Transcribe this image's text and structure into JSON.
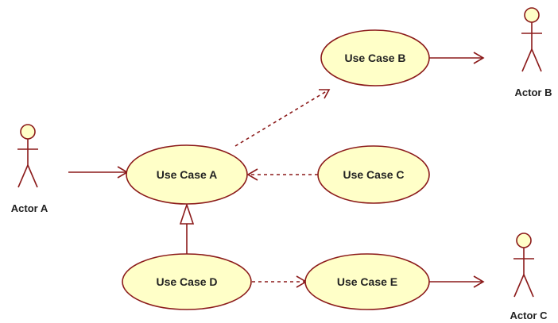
{
  "diagram": {
    "colors": {
      "usecase_fill": "#FFFFC8",
      "usecase_stroke": "#8B1A1A",
      "line": "#8B1A1A",
      "text": "#222222",
      "background": "#FFFFFF"
    },
    "actors": [
      {
        "id": "actor-a",
        "label": "Actor A"
      },
      {
        "id": "actor-b",
        "label": "Actor B"
      },
      {
        "id": "actor-c",
        "label": "Actor C"
      }
    ],
    "use_cases": [
      {
        "id": "use-case-a",
        "label": "Use Case A"
      },
      {
        "id": "use-case-b",
        "label": "Use Case B"
      },
      {
        "id": "use-case-c",
        "label": "Use Case C"
      },
      {
        "id": "use-case-d",
        "label": "Use Case D"
      },
      {
        "id": "use-case-e",
        "label": "Use Case E"
      }
    ],
    "relationships": [
      {
        "from": "Actor A",
        "to": "Use Case A",
        "type": "association"
      },
      {
        "from": "Use Case A",
        "to": "Use Case B",
        "type": "dependency"
      },
      {
        "from": "Use Case B",
        "to": "Actor B",
        "type": "association"
      },
      {
        "from": "Use Case C",
        "to": "Use Case A",
        "type": "dependency"
      },
      {
        "from": "Use Case D",
        "to": "Use Case A",
        "type": "generalization"
      },
      {
        "from": "Use Case D",
        "to": "Use Case E",
        "type": "dependency"
      },
      {
        "from": "Use Case E",
        "to": "Actor C",
        "type": "association"
      }
    ]
  }
}
